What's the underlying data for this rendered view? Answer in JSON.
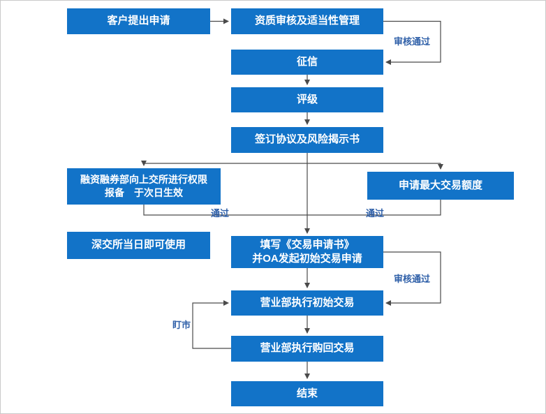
{
  "diagram": {
    "title": "margin-trading-business-flowchart",
    "boxes": {
      "customer_application": "客户提出申请",
      "qualification_review": "资质审核及适当性管理",
      "credit_check": "征信",
      "rating": "评级",
      "sign_agreement": "签订协议及风险揭示书",
      "margin_dept_report": "融资融券部向上交所进行权限\n报备　于次日生效",
      "max_trading_limit": "申请最大交易额度",
      "szse_same_day": "深交所当日即可使用",
      "fill_application": "填写《交易申请书》\n并OA发起初始交易申请",
      "initial_trade": "营业部执行初始交易",
      "buyback_trade": "营业部执行购回交易",
      "end": "结束"
    },
    "labels": {
      "review_passed_top": "审核通过",
      "pass_left": "通过",
      "pass_right": "通过",
      "review_passed_mid": "审核通过",
      "mark_to_market": "盯市"
    },
    "colors": {
      "box_fill": "#1273c8",
      "box_text": "#ffffff",
      "line": "#4a4a4a",
      "label_text": "#2e5fa8"
    }
  }
}
